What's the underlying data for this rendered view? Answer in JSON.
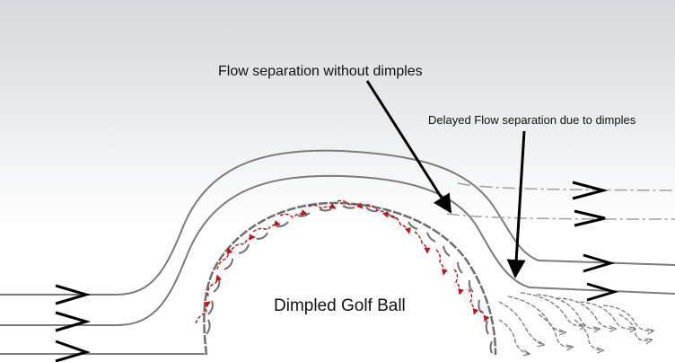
{
  "annotations": {
    "without_dimples": "Flow separation without dimples",
    "with_dimples": "Delayed Flow separation due to dimples"
  },
  "ball_label": "Dimpled Golf Ball",
  "colors": {
    "streamline": "#7b7b7b",
    "dash_streamline": "#a0a0a0",
    "arrow": "#000000",
    "vortex": "#c0141c",
    "ball_outline": "#6f6f6f"
  }
}
